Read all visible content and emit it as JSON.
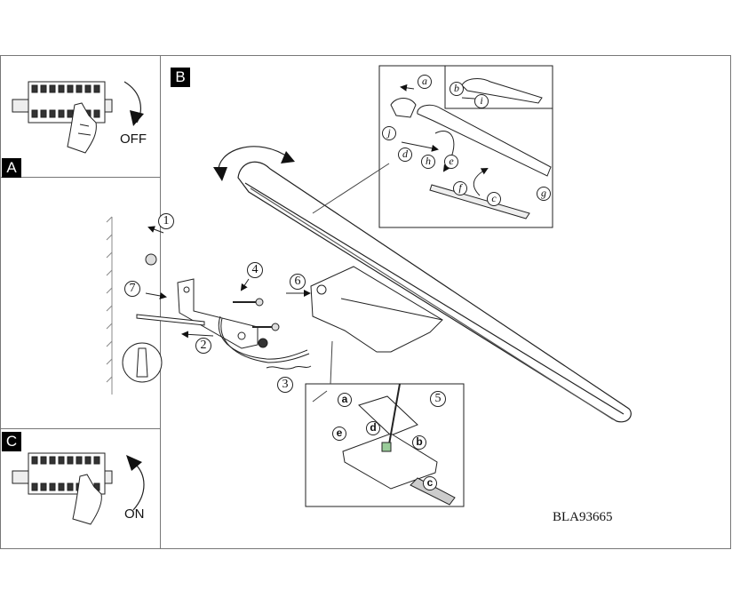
{
  "panels": {
    "a": {
      "tag": "A",
      "action": "OFF"
    },
    "b": {
      "tag": "B"
    },
    "c": {
      "tag": "C",
      "action": "ON"
    }
  },
  "callouts": {
    "steps": [
      "1",
      "2",
      "3",
      "4",
      "5",
      "6",
      "7"
    ],
    "detail_letters": [
      "a",
      "b",
      "c",
      "d",
      "e",
      "f",
      "g",
      "h",
      "i",
      "j"
    ],
    "wiring_letters": [
      "a",
      "b",
      "c",
      "d",
      "e"
    ]
  },
  "model_code": "BLA93665"
}
